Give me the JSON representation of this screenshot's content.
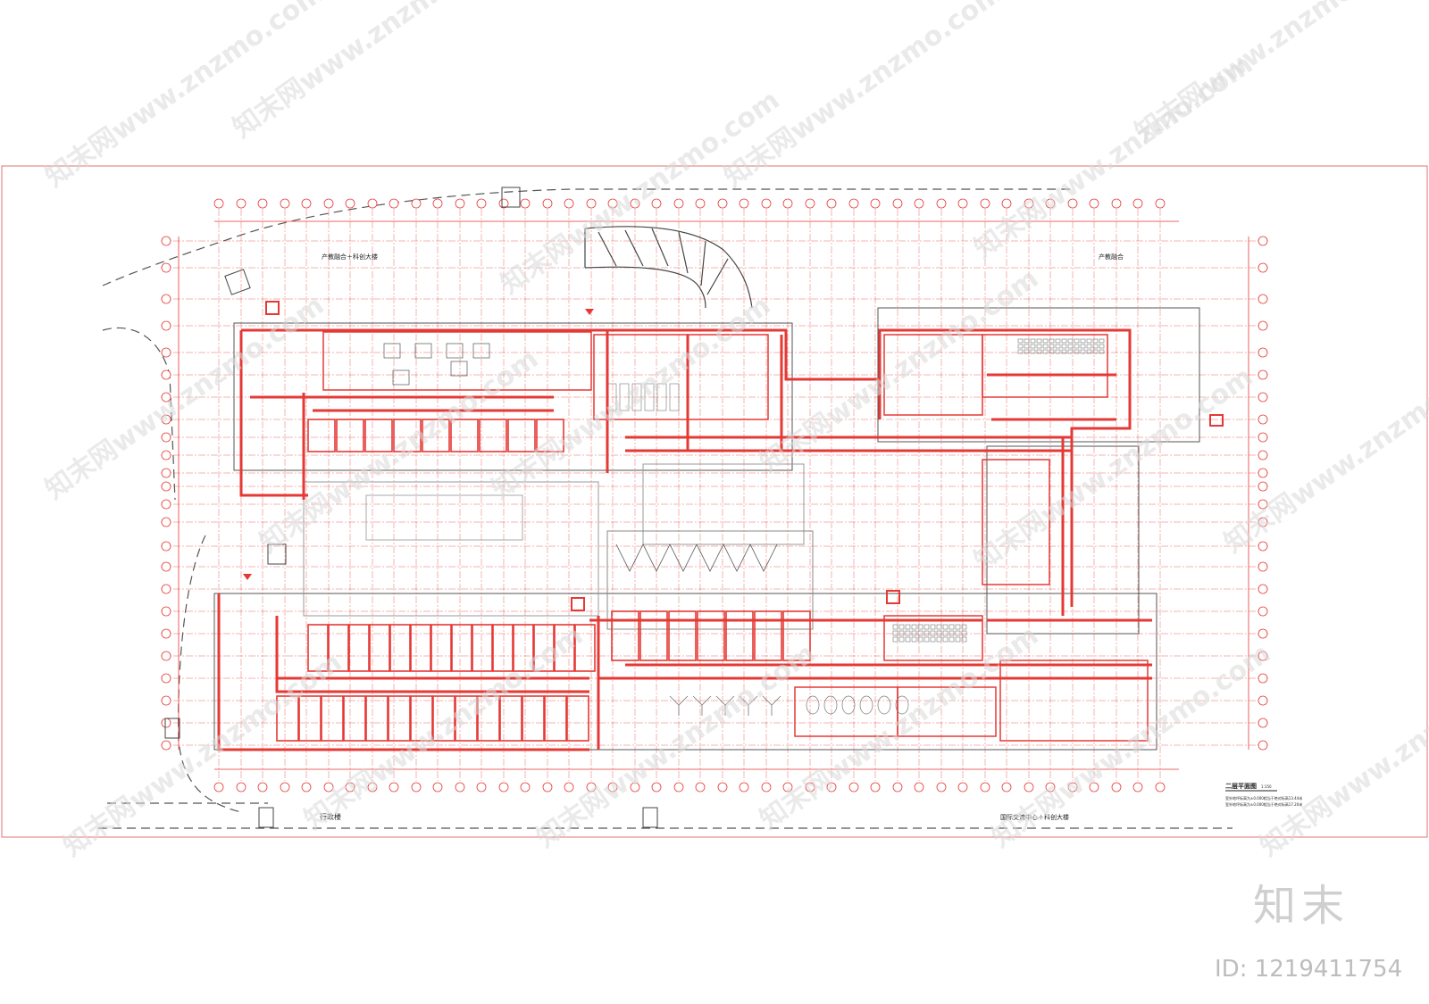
{
  "drawing": {
    "labels": {
      "top_left_building": "产教融合＋科创大楼",
      "top_right_building": "产教融合",
      "bottom_left_building": "行政楼",
      "bottom_right_building": "国际交流中心＋科创大楼",
      "sheet_title": "二层平面图",
      "sheet_scale": "1:150",
      "note_line_1": "室外地坪标高为±0.000相当于绝对标高13.44米",
      "note_line_2": "室外地坪标高为±0.000相当于绝对标高17.20米"
    },
    "colors": {
      "frame": "#e05050",
      "grid": "#e53935",
      "walls": "#e53935",
      "furniture": "#777777",
      "structure": "#555555"
    }
  },
  "watermark": {
    "text": "知末网www.znzmo.com",
    "logo": "知末",
    "id_label": "ID: 1219411754"
  }
}
